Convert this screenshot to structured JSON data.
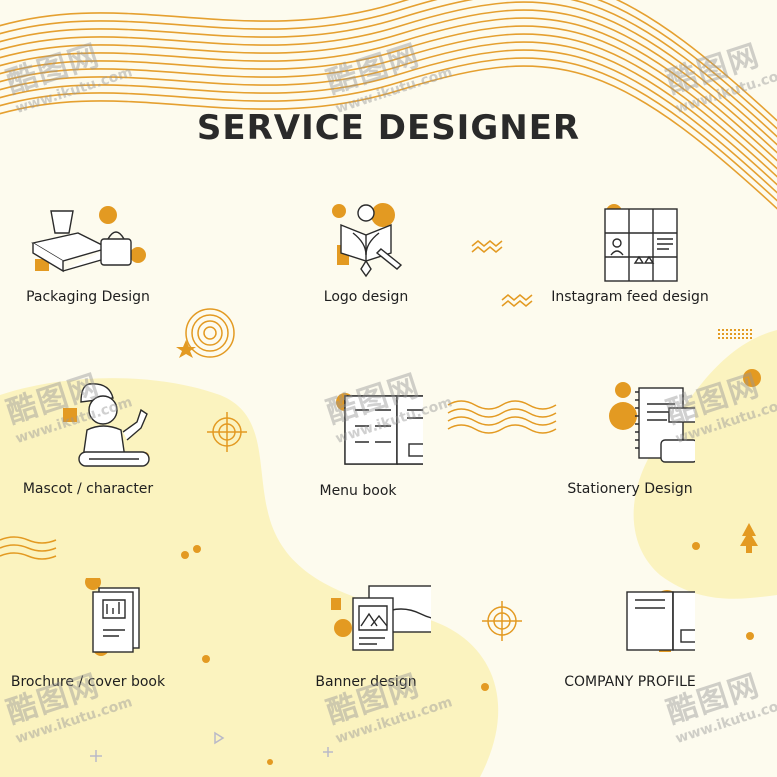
{
  "title": "SERVICE DESIGNER",
  "colors": {
    "accent": "#e39a22",
    "line": "#2b2b2b",
    "background": "#fdfbee",
    "blob": "#fbf3bf"
  },
  "services": [
    {
      "label": "Packaging Design",
      "icon": "packaging-icon"
    },
    {
      "label": "Logo design",
      "icon": "logo-design-icon"
    },
    {
      "label": "Instagram feed design",
      "icon": "instagram-grid-icon"
    },
    {
      "label": "Mascot / character",
      "icon": "mascot-icon"
    },
    {
      "label": "Menu book",
      "icon": "menu-book-icon"
    },
    {
      "label": "Stationery Design",
      "icon": "stationery-icon"
    },
    {
      "label": "Brochure / cover book",
      "icon": "brochure-icon"
    },
    {
      "label": "Banner design",
      "icon": "banner-icon"
    },
    {
      "label": "COMPANY PROFILE",
      "icon": "company-profile-icon"
    }
  ],
  "watermark": {
    "logo": "酷图网",
    "url": "www.ikutu.com"
  }
}
